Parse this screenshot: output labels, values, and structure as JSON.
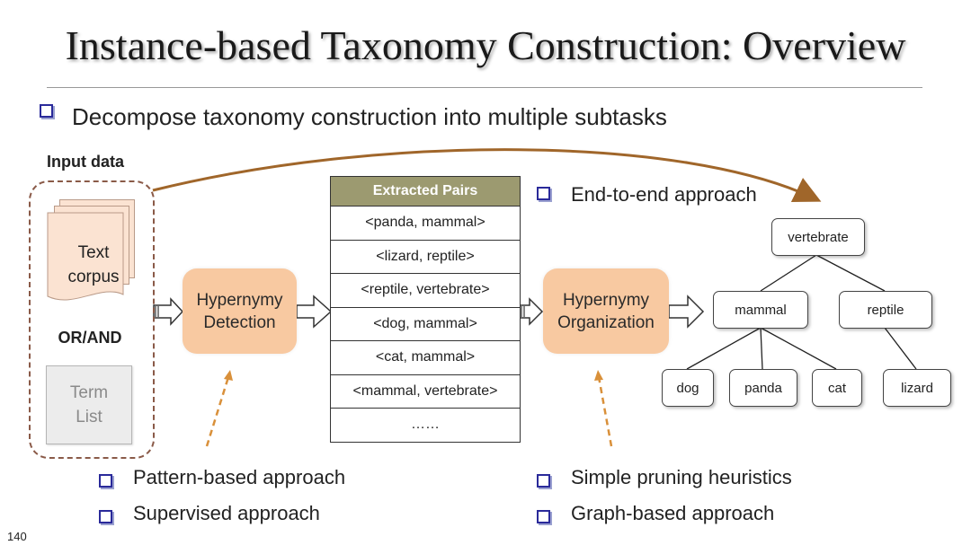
{
  "title": "Instance-based Taxonomy Construction: Overview",
  "main_bullet": "Decompose taxonomy construction into multiple subtasks",
  "input": {
    "label": "Input data",
    "corpus": [
      "Text",
      "corpus"
    ],
    "or_and": "OR/AND",
    "term_list": [
      "Term",
      "List"
    ]
  },
  "detection": {
    "label": [
      "Hypernymy",
      "Detection"
    ],
    "approaches": [
      "Pattern-based approach",
      "Supervised approach"
    ]
  },
  "pairs": {
    "header": "Extracted Pairs",
    "rows": [
      "<panda, mammal>",
      "<lizard, reptile>",
      "<reptile, vertebrate>",
      "<dog, mammal>",
      "<cat, mammal>",
      "<mammal, vertebrate>",
      "……"
    ]
  },
  "organization": {
    "label": [
      "Hypernymy",
      "Organization"
    ],
    "approaches": [
      "Simple pruning heuristics",
      "Graph-based approach"
    ]
  },
  "end_to_end": "End-to-end approach",
  "taxonomy": {
    "root": "vertebrate",
    "level1": [
      "mammal",
      "reptile"
    ],
    "leaves": [
      "dog",
      "panda",
      "cat",
      "lizard"
    ]
  },
  "page_number": "140",
  "colors": {
    "bullet": "#2a2a9a",
    "process_box": "#f8c9a1",
    "pairs_header": "#9c9a70",
    "arrow_brown": "#a0662a",
    "dashed_border": "#8a5a48"
  }
}
